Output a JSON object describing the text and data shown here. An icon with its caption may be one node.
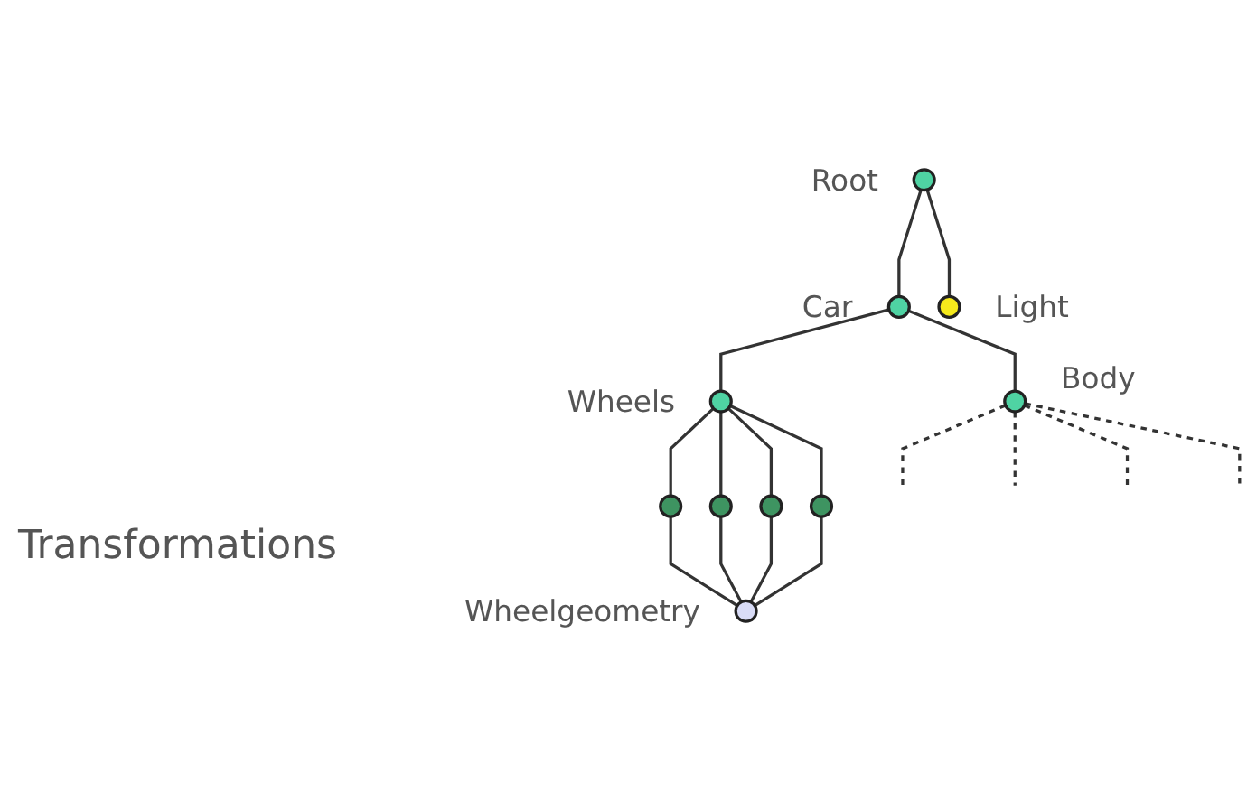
{
  "diagram": {
    "nodes": [
      {
        "text": [],
        "shape": "circle",
        "beside": [
          "Root"
        ]
      },
      {
        "text": [],
        "shape": "circle",
        "beside": [
          "Car"
        ]
      },
      {
        "text": [],
        "shape": "circle",
        "beside": [
          "Light"
        ]
      },
      {
        "text": [],
        "shape": "circle",
        "beside": [
          "Wheels"
        ]
      },
      {
        "text": [],
        "shape": "circle",
        "beside": [
          "Body"
        ]
      },
      {
        "text": [],
        "shape": "circle"
      },
      {
        "text": [],
        "shape": "circle"
      },
      {
        "text": [],
        "shape": "circle"
      },
      {
        "text": [],
        "shape": "circle"
      },
      {
        "text": [],
        "shape": "circle",
        "beside": [
          "Wheelgeometry"
        ]
      }
    ],
    "edges": [
      {
        "from": 0,
        "to": 1,
        "arrow": "none"
      },
      {
        "from": 0,
        "to": 2,
        "arrow": "none"
      },
      {
        "from": 1,
        "to": 3,
        "arrow": "none"
      },
      {
        "from": 1,
        "to": 4,
        "arrow": "none"
      },
      {
        "from": 3,
        "to": 5,
        "arrow": "none"
      },
      {
        "from": 3,
        "to": 6,
        "arrow": "none"
      },
      {
        "from": 3,
        "to": 7,
        "arrow": "none"
      },
      {
        "from": 3,
        "to": 8,
        "arrow": "none"
      },
      {
        "from": 4,
        "to": null,
        "arrow": "none",
        "style": "dashed"
      },
      {
        "from": 4,
        "to": null,
        "arrow": "none",
        "style": "dashed"
      },
      {
        "from": 4,
        "to": null,
        "arrow": "none",
        "style": "dashed"
      },
      {
        "from": 4,
        "to": null,
        "arrow": "none",
        "style": "dashed"
      },
      {
        "from": 5,
        "to": 9,
        "arrow": "none"
      },
      {
        "from": 6,
        "to": 9,
        "arrow": "none"
      },
      {
        "from": 7,
        "to": 9,
        "arrow": "none"
      },
      {
        "from": 8,
        "to": 9,
        "arrow": "none"
      }
    ],
    "labels": [
      "Transformations"
    ]
  }
}
